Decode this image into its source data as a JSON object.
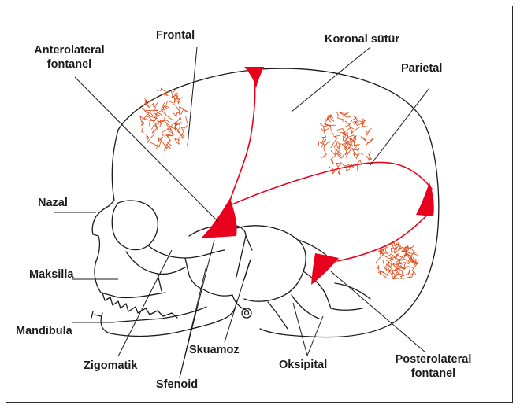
{
  "labels": {
    "frontal": "Frontal",
    "anterolateral_1": "Anterolateral",
    "anterolateral_2": "fontanel",
    "koronal": "Koronal sütür",
    "parietal": "Parietal",
    "nazal": "Nazal",
    "maksilla": "Maksilla",
    "mandibula": "Mandibula",
    "zigomatik": "Zigomatik",
    "sfenoid": "Sfenoid",
    "skuamoz": "Skuamoz",
    "oksipital": "Oksipital",
    "posterolateral_1": "Posterolateral",
    "posterolateral_2": "fontanel"
  },
  "colors": {
    "outline": "#1a1a1a",
    "fontanel_fill": "#e8001c",
    "ossification": "#e24a17"
  }
}
